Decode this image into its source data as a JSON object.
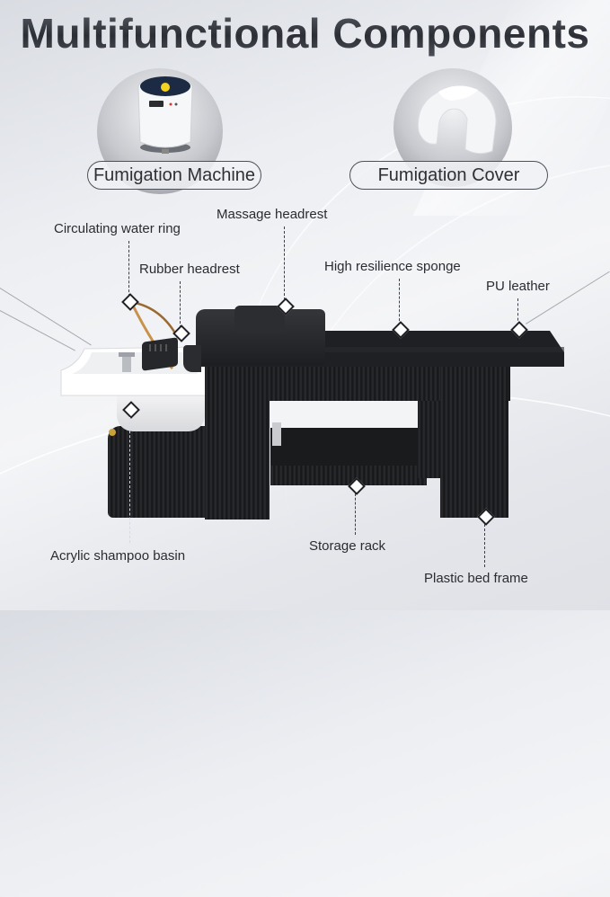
{
  "title": "Multifunctional Components",
  "accessories": [
    {
      "label": "Fumigation Machine",
      "icon": "fumigation-machine-image"
    },
    {
      "label": "Fumigation Cover",
      "icon": "fumigation-cover-image"
    }
  ],
  "callouts": {
    "circulating_water_ring": "Circulating water ring",
    "massage_headrest": "Massage headrest",
    "rubber_headrest": "Rubber headrest",
    "high_resilience_sponge": "High resilience sponge",
    "pu_leather": "PU leather",
    "acrylic_shampoo_basin": "Acrylic shampoo basin",
    "storage_rack": "Storage rack",
    "plastic_bed_frame": "Plastic bed frame"
  },
  "colors": {
    "background": "#eceef2",
    "title": "#3a3d44",
    "bed": "#1e1f22",
    "basin": "#ffffff",
    "ring": "#c8924a"
  }
}
